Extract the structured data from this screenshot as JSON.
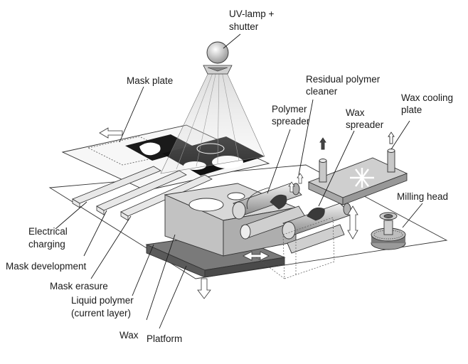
{
  "labels": {
    "uv_lamp": [
      "UV-lamp +",
      "shutter"
    ],
    "mask_plate": "Mask plate",
    "residual_cleaner": [
      "Residual polymer",
      "cleaner"
    ],
    "polymer_spreader": [
      "Polymer",
      "spreader"
    ],
    "wax_spreader": [
      "Wax",
      "spreader"
    ],
    "wax_cooling": [
      "Wax cooling",
      "plate"
    ],
    "milling_head": "Milling head",
    "electrical_charging": [
      "Electrical",
      "charging"
    ],
    "mask_development": "Mask development",
    "mask_erasure": "Mask erasure",
    "liquid_polymer": [
      "Liquid polymer",
      "(current layer)"
    ],
    "wax": "Wax",
    "platform": "Platform"
  }
}
